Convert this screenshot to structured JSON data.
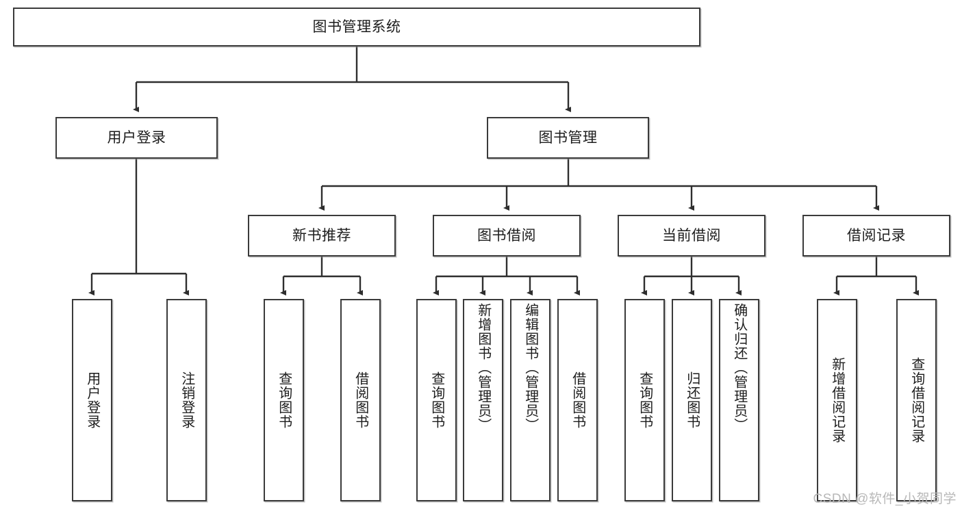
{
  "diagram": {
    "title": "图书管理系统",
    "type": "hierarchy-tree",
    "root": {
      "label": "图书管理系统"
    },
    "level2": [
      {
        "label": "用户登录"
      },
      {
        "label": "图书管理"
      }
    ],
    "level3": [
      {
        "label": "新书推荐"
      },
      {
        "label": "图书借阅"
      },
      {
        "label": "当前借阅"
      },
      {
        "label": "借阅记录"
      }
    ],
    "leaves": {
      "user_login": [
        {
          "label": "用户登录"
        },
        {
          "label": "注销登录"
        }
      ],
      "new_book_recommend": [
        {
          "label": "查询图书"
        },
        {
          "label": "借阅图书"
        }
      ],
      "book_borrow": [
        {
          "label": "查询图书"
        },
        {
          "label": "新增图书（管理员）"
        },
        {
          "label": "编辑图书（管理员）"
        },
        {
          "label": "借阅图书"
        }
      ],
      "current_borrow": [
        {
          "label": "查询图书"
        },
        {
          "label": "归还图书"
        },
        {
          "label": "确认归还（管理员）"
        }
      ],
      "borrow_record": [
        {
          "label": "新增借阅记录"
        },
        {
          "label": "查询借阅记录"
        }
      ]
    }
  },
  "watermark": {
    "text": "CSDN @软件_小贺同学"
  },
  "colors": {
    "border": "#3a3a3a",
    "background": "#ffffff",
    "text": "#1d1d1d",
    "watermark": "#b8b8b8"
  }
}
